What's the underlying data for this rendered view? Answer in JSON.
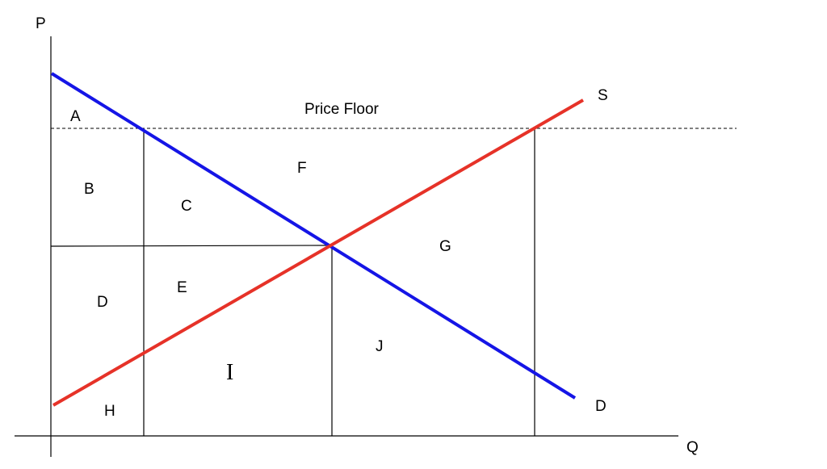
{
  "axes": {
    "y_label": "P",
    "x_label": "Q"
  },
  "price_floor_label": "Price Floor",
  "curves": {
    "demand": {
      "label": "D",
      "color": "#1515e6"
    },
    "supply": {
      "label": "S",
      "color": "#e63228"
    }
  },
  "regions": {
    "A": "A",
    "B": "B",
    "C": "C",
    "D": "D",
    "E": "E",
    "F": "F",
    "G": "G",
    "H": "H",
    "I": "I",
    "J": "J"
  }
}
